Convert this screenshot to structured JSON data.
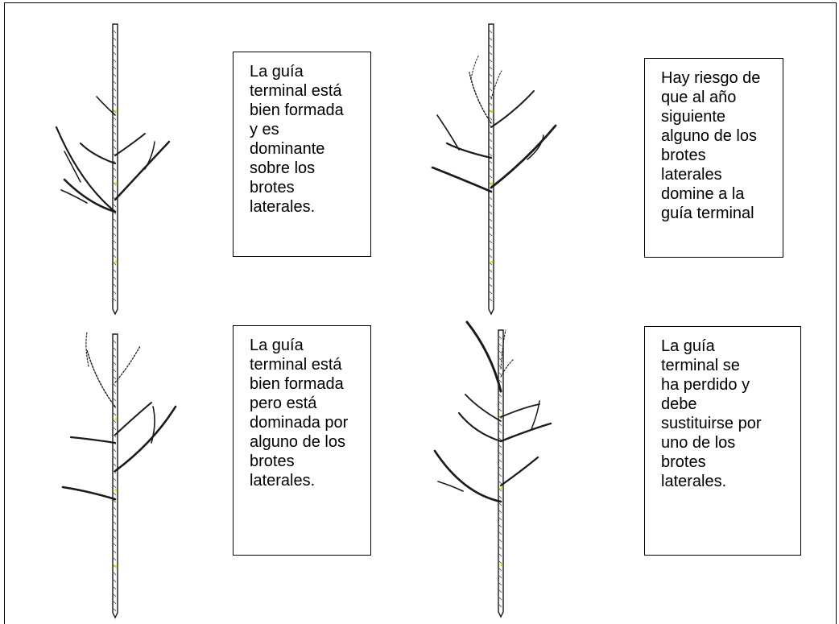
{
  "colors": {
    "ink": "#1a1a1a",
    "bark": "#3b3b3b",
    "highlight": "#e6e600",
    "border": "#000000"
  },
  "panels": [
    {
      "id": "well-formed-dominant",
      "tree_variant": "normal",
      "caption_lines": [
        "La guía",
        "terminal está",
        "bien formada",
        "y es",
        "dominante",
        "sobre los",
        "brotes",
        "laterales."
      ]
    },
    {
      "id": "risk-lateral-dominance",
      "tree_variant": "weak-leader",
      "caption_lines": [
        "Hay riesgo de",
        "que al año",
        "siguiente",
        "alguno de los",
        "brotes",
        "laterales",
        "domine a la",
        "guía terminal"
      ]
    },
    {
      "id": "leader-dominated",
      "tree_variant": "dominated-leader",
      "caption_lines": [
        "La guía",
        "terminal está",
        "bien formada",
        "pero está",
        "dominada por",
        "alguno de los",
        "brotes",
        "laterales."
      ]
    },
    {
      "id": "leader-lost",
      "tree_variant": "lost-leader",
      "caption_lines": [
        "La guía",
        "terminal se",
        "ha perdido y",
        "debe",
        "sustituirse por",
        "uno de los",
        "brotes",
        "laterales."
      ]
    }
  ]
}
